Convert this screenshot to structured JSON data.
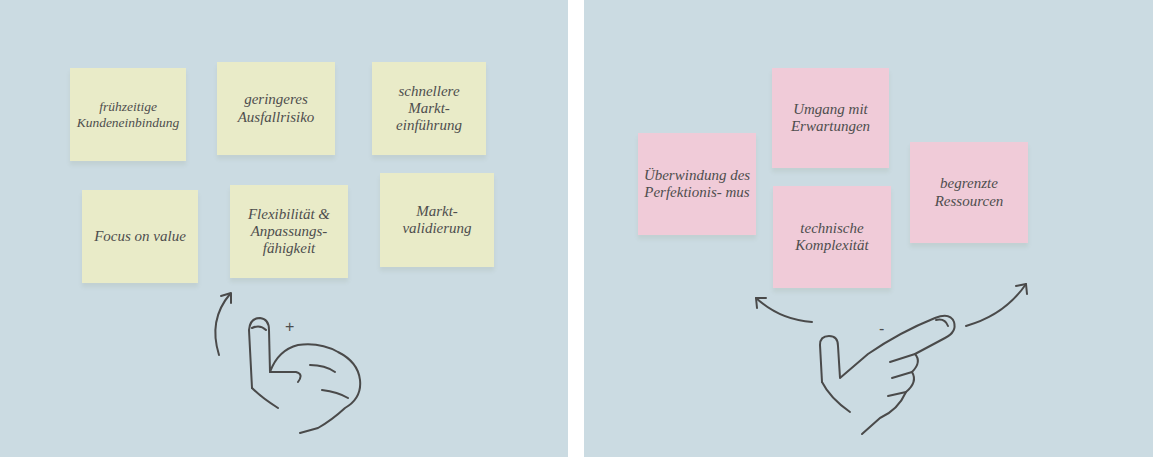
{
  "diagram": {
    "nodes": [
      {
        "text": [
          "frühzeitige Kundeneinbindung"
        ]
      },
      {
        "text": [
          "geringeres Ausfallrisiko"
        ]
      },
      {
        "text": [
          "schnellere Markt- einführung"
        ]
      },
      {
        "text": [
          "Focus on value"
        ]
      },
      {
        "text": [
          "Flexibilität & Anpassungs- fähigkeit"
        ]
      },
      {
        "text": [
          "Markt- validierung"
        ]
      },
      {
        "text": [
          "Überwindung des Perfektionis- mus"
        ]
      },
      {
        "text": [
          "Umgang mit Erwartungen"
        ]
      },
      {
        "text": [
          "technische Komplexität"
        ]
      },
      {
        "text": [
          "begrenzte Ressourcen"
        ]
      }
    ],
    "labels": [
      "+",
      "-"
    ]
  }
}
